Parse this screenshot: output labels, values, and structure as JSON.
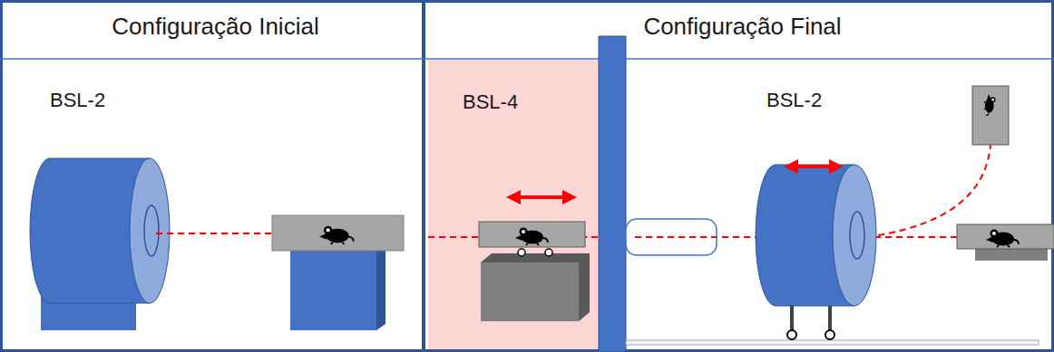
{
  "diagram": {
    "nodes": [
      {
        "text": [
          "Configuração Inicial"
        ]
      },
      {
        "text": [
          "Configuração Final"
        ]
      },
      {
        "text": [
          "BSL-4"
        ],
        "in": 1
      }
    ],
    "labels": [
      "BSL-2",
      "BSL-2"
    ]
  }
}
